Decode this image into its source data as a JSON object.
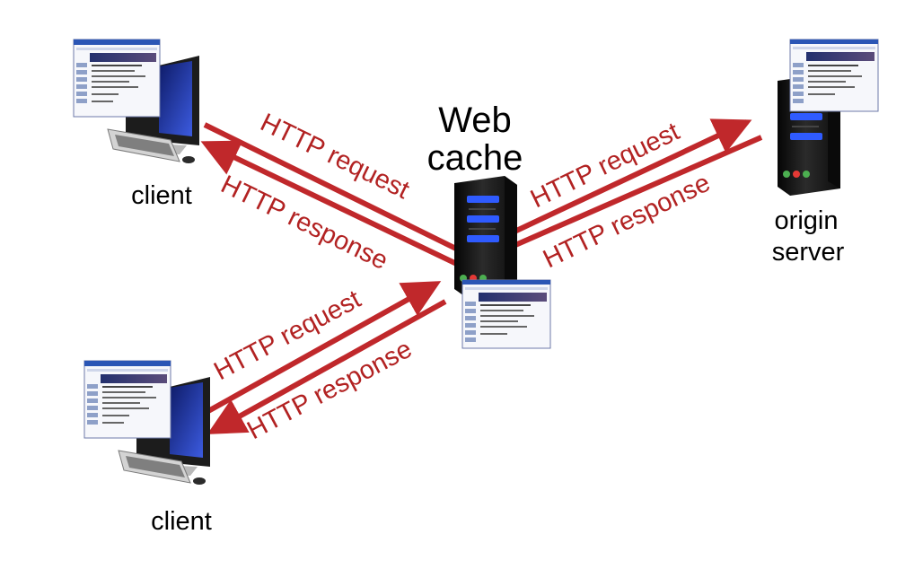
{
  "colors": {
    "arrow": "#c0282b",
    "label_red": "#b22222",
    "label_black": "#000000",
    "server_body": "#1a1a1a",
    "server_light_blue": "#2f5bff",
    "monitor_screen_blue": "#1e2f8c",
    "browser_page": "#f6f7fb"
  },
  "icons": {
    "client_top": "desktop-computer-icon",
    "client_bottom": "desktop-computer-icon",
    "web_cache": "server-tower-icon",
    "origin_server": "server-tower-icon",
    "browser_window": "web-page-icon"
  },
  "nodes": {
    "web_cache_line1": "Web",
    "web_cache_line2": "cache",
    "client_top": "client",
    "client_bottom": "client",
    "origin_line1": "origin",
    "origin_line2": "server"
  },
  "edges": {
    "top_client_request": "HTTP request",
    "top_client_response": "HTTP response",
    "origin_request": "HTTP request",
    "origin_response": "HTTP response",
    "bottom_client_request": "HTTP request",
    "bottom_client_response": "HTTP response"
  }
}
